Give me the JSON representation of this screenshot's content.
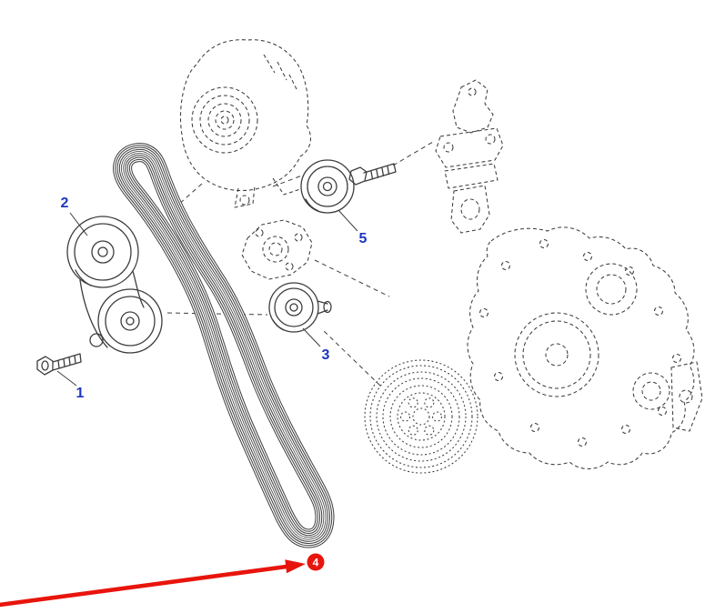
{
  "callouts": {
    "c1": "1",
    "c2": "2",
    "c3": "3",
    "c4": "4",
    "c5": "5"
  },
  "colors": {
    "label_blue": "#1e36c0",
    "arrow_red": "#e8150d",
    "line": "#3d3d3d",
    "background": "#ffffff"
  }
}
